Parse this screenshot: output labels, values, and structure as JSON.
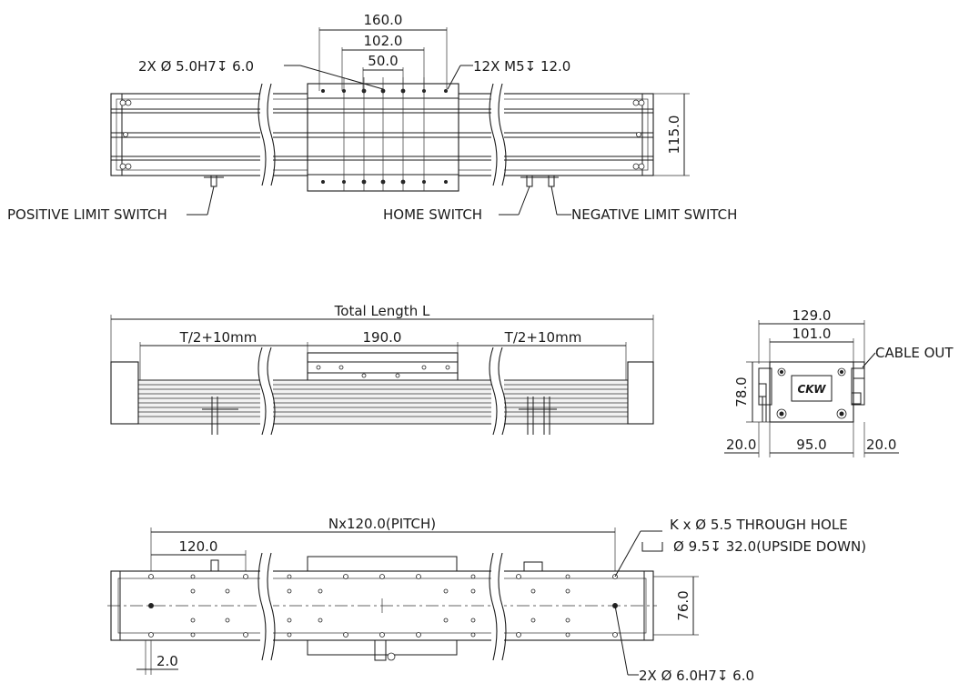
{
  "top_view": {
    "dim_160": "160.0",
    "dim_102": "102.0",
    "dim_50": "50.0",
    "pin_hole_note": "2X Ø  5.0H7↧ 6.0",
    "tap_note": "12X  M5↧ 12.0",
    "dim_height": "115.0",
    "positive_limit": "POSITIVE LIMIT SWITCH",
    "home_switch": "HOME SWITCH",
    "negative_limit": "NEGATIVE LIMIT SWITCH"
  },
  "side_view": {
    "total_length": "Total Length L",
    "left_travel": "T/2+10mm",
    "carriage_len": "190.0",
    "right_travel": "T/2+10mm"
  },
  "end_view": {
    "dim_129": "129.0",
    "dim_101": "101.0",
    "cable_out": "CABLE OUT",
    "dim_78": "78.0",
    "dim_20_left": "20.0",
    "dim_95": "95.0",
    "dim_20_right": "20.0",
    "logo_text": "CKW"
  },
  "bottom_view": {
    "pitch": "Nx120.0(PITCH)",
    "dim_120": "120.0",
    "through_hole": "K x Ø  5.5 THROUGH HOLE",
    "counterbore": "Ø  9.5↧ 32.0(UPSIDE DOWN)",
    "dim_76": "76.0",
    "dim_2": "2.0",
    "dowel_note": "2X Ø  6.0H7↧ 6.0"
  }
}
